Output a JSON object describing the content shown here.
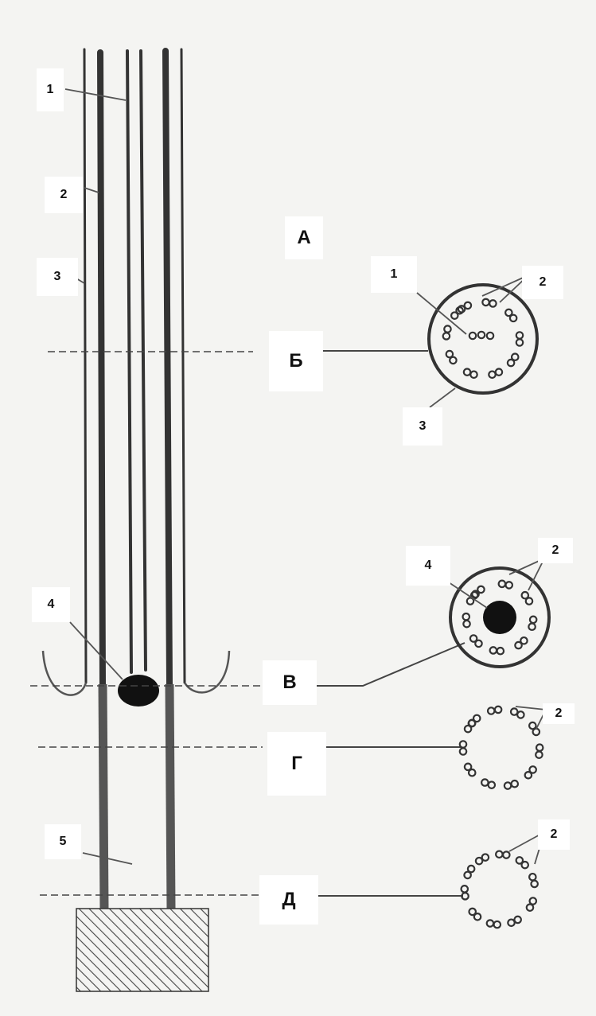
{
  "labels": {
    "n1_left": "1",
    "n2_left": "2",
    "n3_left": "3",
    "n4_left": "4",
    "n5_left": "5",
    "A": "А",
    "B": "Б",
    "V": "В",
    "G": "Г",
    "D": "Д",
    "n1_cs": "1",
    "n2_cs_b": "2",
    "n3_cs": "3",
    "n4_cs": "4",
    "n2_cs_v": "2",
    "n2_cs_g": "2",
    "n2_cs_d": "2"
  },
  "colors": {
    "ink": "#2b2b2b",
    "background": "#f4f4f2",
    "label_bg": "#ffffff"
  }
}
